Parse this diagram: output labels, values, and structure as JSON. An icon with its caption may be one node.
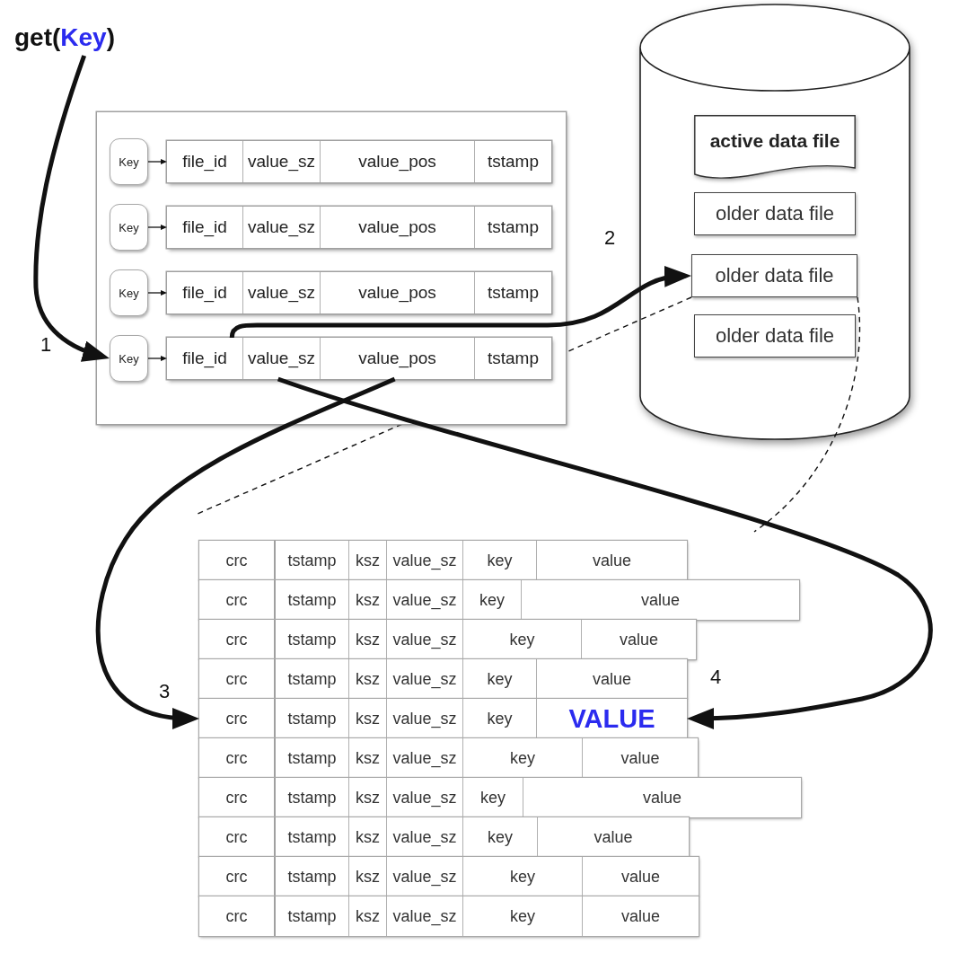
{
  "diagram": {
    "nodes": [
      {
        "text": [
          "get(**Key**)"
        ]
      },
      {
        "text": [],
        "shape": "box"
      },
      {
        "text": [
          "Key"
        ],
        "in": 1
      },
      {
        "text": [],
        "shape": "box",
        "in": 1
      },
      {
        "text": [
          "file_id"
        ],
        "in": 3
      },
      {
        "text": [
          "value_sz"
        ],
        "in": 3
      },
      {
        "text": [
          "value_pos"
        ],
        "in": 3
      },
      {
        "text": [
          "tstamp"
        ],
        "in": 3
      },
      {
        "text": [
          "Key"
        ],
        "in": 1
      },
      {
        "text": [],
        "shape": "box",
        "in": 1
      },
      {
        "text": [
          "file_id"
        ],
        "in": 9
      },
      {
        "text": [
          "value_sz"
        ],
        "in": 9
      },
      {
        "text": [
          "value_pos"
        ],
        "in": 9
      },
      {
        "text": [
          "tstamp"
        ],
        "in": 9
      },
      {
        "text": [
          "Key"
        ],
        "in": 1
      },
      {
        "text": [],
        "shape": "box",
        "in": 1
      },
      {
        "text": [
          "file_id"
        ],
        "in": 15
      },
      {
        "text": [
          "value_sz"
        ],
        "in": 15
      },
      {
        "text": [
          "value_pos"
        ],
        "in": 15
      },
      {
        "text": [
          "tstamp"
        ],
        "in": 15
      },
      {
        "text": [
          "Key"
        ],
        "in": 1
      },
      {
        "text": [],
        "shape": "box",
        "in": 1
      },
      {
        "text": [
          "file_id"
        ],
        "in": 21
      },
      {
        "text": [
          "value_sz"
        ],
        "in": 21
      },
      {
        "text": [
          "value_pos"
        ],
        "in": 21
      },
      {
        "text": [
          "tstamp"
        ],
        "in": 21
      },
      {
        "text": [],
        "shape": "cylinder"
      },
      {
        "text": [
          "active data file"
        ],
        "in": 26
      },
      {
        "text": [
          "older data file"
        ],
        "in": 26
      },
      {
        "text": [
          "older data file"
        ],
        "in": 26
      },
      {
        "text": [
          "older data file"
        ],
        "in": 26
      },
      {
        "text": [
          "crc",
          "tstamp",
          "ksz",
          "value_sz",
          "key",
          "value"
        ]
      },
      {
        "text": [
          "crc",
          "tstamp",
          "ksz",
          "value_sz",
          "key",
          "value"
        ]
      },
      {
        "text": [
          "crc",
          "tstamp",
          "ksz",
          "value_sz",
          "key",
          "value"
        ]
      },
      {
        "text": [
          "crc",
          "tstamp",
          "ksz",
          "value_sz",
          "key",
          "value"
        ]
      },
      {
        "text": [
          "crc",
          "tstamp",
          "ksz",
          "value_sz",
          "key",
          "VALUE"
        ]
      },
      {
        "text": [
          "crc",
          "tstamp",
          "ksz",
          "value_sz",
          "key",
          "value"
        ]
      },
      {
        "text": [
          "crc",
          "tstamp",
          "ksz",
          "value_sz",
          "key",
          "value"
        ]
      },
      {
        "text": [
          "crc",
          "tstamp",
          "ksz",
          "value_sz",
          "key",
          "value"
        ]
      },
      {
        "text": [
          "crc",
          "tstamp",
          "ksz",
          "value_sz",
          "key",
          "value"
        ]
      },
      {
        "text": [
          "crc",
          "tstamp",
          "ksz",
          "value_sz",
          "key",
          "value"
        ]
      }
    ],
    "edges": [
      {
        "from": 2,
        "to": 3,
        "arrow": "to"
      },
      {
        "from": 8,
        "to": 9,
        "arrow": "to"
      },
      {
        "from": 14,
        "to": 15,
        "arrow": "to"
      },
      {
        "from": 20,
        "to": 21,
        "arrow": "to"
      },
      {
        "from": 0,
        "to": 20,
        "arrow": "to",
        "label": "1",
        "style": "thick"
      },
      {
        "from": 22,
        "to": 29,
        "arrow": "to",
        "label": "2",
        "style": "thick"
      },
      {
        "from": 24,
        "to": 35,
        "arrow": "to",
        "label": "3",
        "style": "thick"
      },
      {
        "from": 23,
        "to": 35,
        "arrow": "to",
        "label": "4",
        "style": "thick"
      },
      {
        "from": 29,
        "to": null,
        "arrow": "none",
        "style": "dashed"
      },
      {
        "from": 29,
        "to": null,
        "arrow": "none",
        "style": "dashed"
      }
    ]
  }
}
